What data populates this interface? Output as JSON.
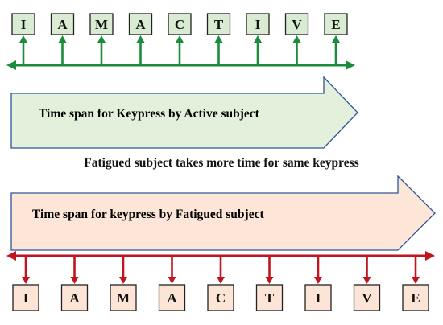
{
  "active": {
    "letters": [
      "I",
      "A",
      "M",
      "A",
      "C",
      "T",
      "I",
      "V",
      "E"
    ],
    "banner_label": "Time span for Keypress by Active subject",
    "box_fill": "#d9ecd3",
    "arrow_fill": "#e3f0db",
    "line_color": "#1a8c3c"
  },
  "caption": "Fatigued subject takes more time for same keypress",
  "fatigued": {
    "letters": [
      "I",
      "A",
      "M",
      "A",
      "C",
      "T",
      "I",
      "V",
      "E"
    ],
    "banner_label": "Time span for keypress by Fatigued subject",
    "box_fill": "#fce4d6",
    "arrow_fill": "#fde6d8",
    "line_color": "#c0141e"
  },
  "colors": {
    "box_border": "#222222",
    "arrow_border": "#2f5597"
  }
}
